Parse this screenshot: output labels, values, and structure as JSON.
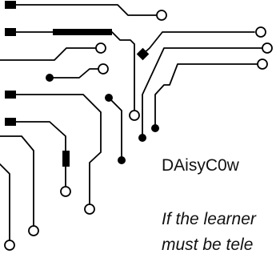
{
  "title": "DAisyC0w",
  "quote": {
    "line1": "If the learner",
    "line2": "must be tele"
  },
  "colors": {
    "ink": "#000000",
    "background": "#ffffff"
  }
}
